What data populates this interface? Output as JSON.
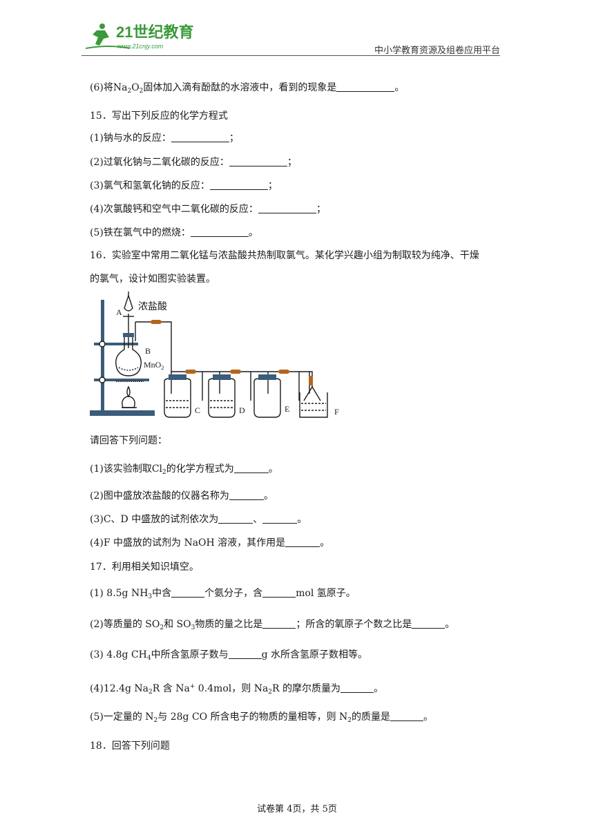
{
  "header": {
    "logo_text": "21世纪教育",
    "logo_url": "www.21cnjy.com",
    "platform": "中小学教育资源及组卷应用平台"
  },
  "q14_6": {
    "pre": "(6)将",
    "formula": {
      "a": "Na",
      "s1": "2",
      "b": "O",
      "s2": "2"
    },
    "post": "固体加入滴有酚酞的水溶液中，看到的现象是",
    "end": "。"
  },
  "q15": {
    "title": "15．写出下列反应的化学方程式",
    "items": [
      {
        "text": "(1)钠与水的反应：",
        "end": "；"
      },
      {
        "text": "(2)过氧化钠与二氧化碳的反应：",
        "end": "；"
      },
      {
        "text": "(3)氯气和氢氧化钠的反应：",
        "end": "；"
      },
      {
        "text": "(4)次氯酸钙和空气中二氧化碳的反应：",
        "end": "；"
      },
      {
        "text": "(5)铁在氯气中的燃烧：",
        "end": "。"
      }
    ]
  },
  "q16": {
    "line1": "16．实验室中常用二氧化锰与浓盐酸共热制取氯气。某化学兴趣小组为制取较为纯净、干燥",
    "line2": "的氯气，设计如图实验装置。",
    "figure": {
      "label_hcl": "浓盐酸",
      "label_A": "A",
      "label_B": "B",
      "label_mno2": "MnO",
      "label_mno2_sub": "2",
      "label_C": "C",
      "label_D": "D",
      "label_E": "E",
      "label_F": "F"
    },
    "prompt": "请回答下列问题：",
    "sub1_pre": "(1)该实验制取",
    "sub1_cl": "Cl",
    "sub1_cl_sub": "2",
    "sub1_post": "的化学方程式为",
    "sub2": "(2)图中盛放浓盐酸的仪器名称为",
    "sub3_pre": "(3)C、D 中盛放的试剂依次为",
    "sub3_sep": "、",
    "sub4_pre": "(4)F 中盛放的试剂为 NaOH 溶液，其作用是",
    "period": "。"
  },
  "q17": {
    "title": "17．利用相关知识填空。",
    "s1": {
      "a": "(1) 8.5g NH",
      "a_sub": "3",
      "b": "中含",
      "c": "个氨分子，含",
      "d": "mol 氢原子。"
    },
    "s2": {
      "a": "(2)等质量的 SO",
      "a_sub": "2",
      "b": "和 SO",
      "b_sub": "3",
      "c": "物质的量之比是",
      "d": "；所含的氧原子个数之比是",
      "e": "。"
    },
    "s3": {
      "a": "(3) 4.8g CH",
      "a_sub": "4",
      "b": "中所含氢原子数与",
      "c": "g 水所含氢原子数相等。"
    },
    "s4": {
      "a": "(4)12.4g Na",
      "a_sub": "2",
      "b": "R 含 Na",
      "b_sup": "+",
      "c": " 0.4mol，则 Na",
      "c_sub": "2",
      "d": "R 的摩尔质量为",
      "e": "。"
    },
    "s5": {
      "a": "(5)一定量的 N",
      "a_sub": "2",
      "b": "与 28g CO 所含电子的物质的量相等，则 N",
      "b_sub": "2",
      "c": "的质量是",
      "d": "。"
    }
  },
  "q18": {
    "title": "18．回答下列问题"
  },
  "footer": {
    "text": "试卷第 4页，共 5页"
  },
  "colors": {
    "logo_green": "#3a9a3a",
    "tube_joint": "#b5651d"
  }
}
